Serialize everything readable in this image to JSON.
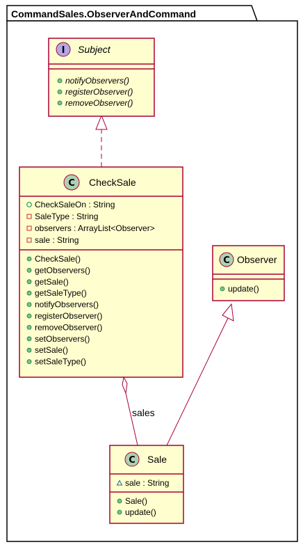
{
  "package": {
    "name": "CommandSales.ObserverAndCommand"
  },
  "classes": {
    "subject": {
      "name": "Subject",
      "stereotype": "I",
      "methods": [
        "notifyObservers()",
        "registerObserver()",
        "removeObserver()"
      ]
    },
    "checksale": {
      "name": "CheckSale",
      "stereotype": "C",
      "fields": [
        {
          "vis": "public",
          "text": "CheckSaleOn : String"
        },
        {
          "vis": "private",
          "text": "SaleType : String"
        },
        {
          "vis": "private",
          "text": "observers : ArrayList<Observer>"
        },
        {
          "vis": "private",
          "text": "sale : String"
        }
      ],
      "methods": [
        "CheckSale()",
        "getObservers()",
        "getSale()",
        "getSaleType()",
        "notifyObservers()",
        "registerObserver()",
        "removeObserver()",
        "setObservers()",
        "setSale()",
        "setSaleType()"
      ]
    },
    "observer": {
      "name": "Observer",
      "stereotype": "C",
      "methods": [
        "update()"
      ]
    },
    "sale": {
      "name": "Sale",
      "stereotype": "C",
      "fields": [
        {
          "vis": "protected",
          "text": "sale : String"
        }
      ],
      "methods": [
        "Sale()",
        "update()"
      ]
    }
  },
  "relations": {
    "sales_label": "sales"
  },
  "colors": {
    "border": "#a80036",
    "fill": "#fefece",
    "interface_circle": "#b4a7e5",
    "class_circle": "#add1b2",
    "method_dot": "#84be84",
    "protected_tri": "#1963a0"
  }
}
